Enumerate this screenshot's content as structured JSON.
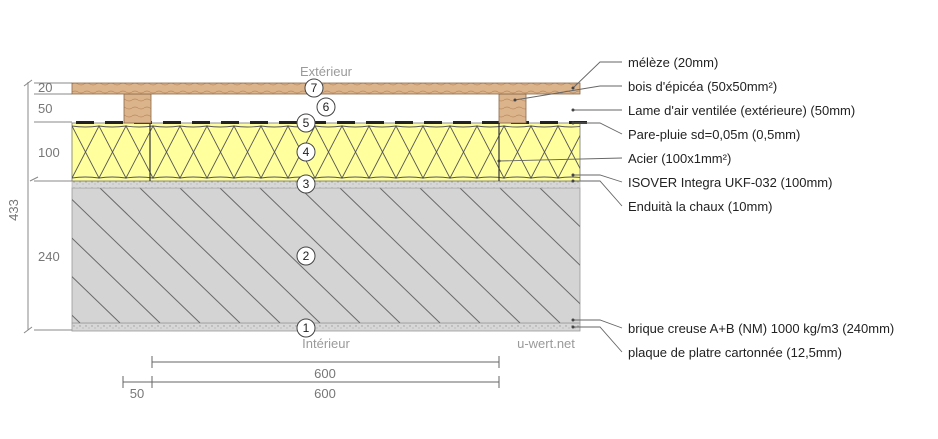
{
  "diagram": {
    "side_top": "Extérieur",
    "side_bottom": "Intérieur",
    "watermark": "u-wert.net",
    "total_thickness": "433",
    "layer_thicknesses": [
      "20",
      "50",
      "100",
      "240"
    ],
    "bottom_dimension_1": "600",
    "bottom_dimension_2": "600",
    "bottom_offset": "50",
    "layer_numbers": [
      "7",
      "6",
      "5",
      "4",
      "3",
      "2",
      "1"
    ],
    "legend": [
      "mélèze (20mm)",
      "bois d'épicéa (50x50mm²)",
      "Lame d'air ventilée (extérieure) (50mm)",
      "Pare-pluie sd=0,05m (0,5mm)",
      "Acier (100x1mm²)",
      "ISOVER Integra UKF-032 (100mm)",
      "Enduità la chaux (10mm)",
      "brique creuse A+B (NM) 1000 kg/m3 (240mm)",
      "plaque de platre cartonnée (12,5mm)"
    ],
    "colors": {
      "wood": "#d9b28a",
      "insulation": "#ffff99",
      "brick": "#d3d3d3",
      "plaster": "#cfcfcf",
      "lines": "#555555"
    }
  }
}
